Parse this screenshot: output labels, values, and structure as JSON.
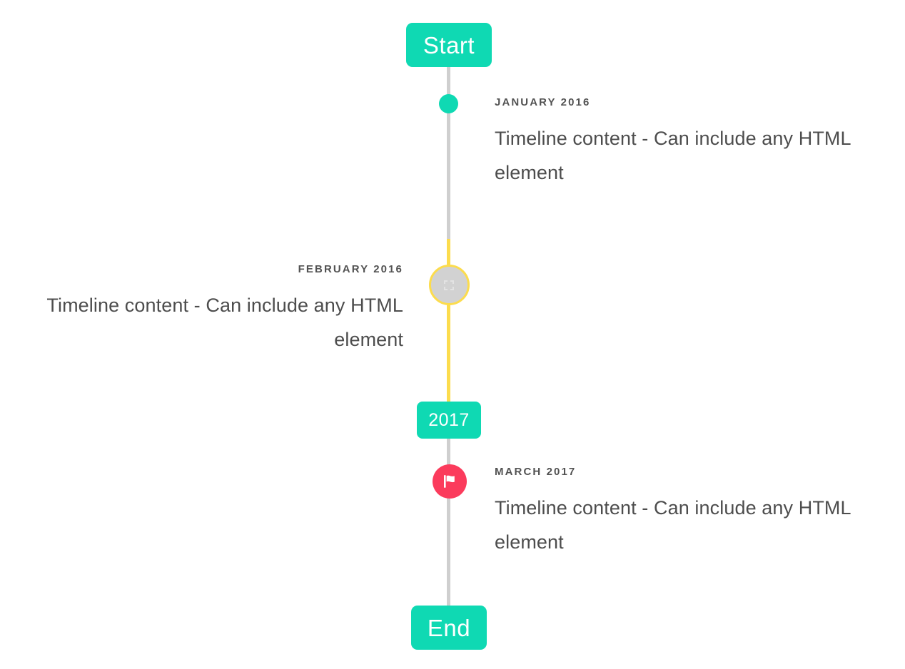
{
  "timeline": {
    "start_cap": {
      "label": "Start"
    },
    "middle_cap": {
      "label": "2017"
    },
    "end_cap": {
      "label": "End"
    },
    "colors": {
      "accent_teal": "#0fd9b3",
      "accent_yellow": "#fcdc4d",
      "accent_pink": "#fb3b5c",
      "line_gray": "#cfcfcf",
      "marker_gray": "#d2d2d2",
      "label_text": "#525252",
      "body_text": "#4d4d4d",
      "background": "#ffffff"
    },
    "entries": [
      {
        "label": "JANUARY 2016",
        "body": "Timeline content - Can include any HTML element",
        "side": "right",
        "marker": "dot-icon"
      },
      {
        "label": "FEBRUARY 2016",
        "body": "Timeline content - Can include any HTML element",
        "side": "left",
        "marker": "image-placeholder-icon"
      },
      {
        "label": "MARCH 2017",
        "body": "Timeline content - Can include any HTML element",
        "side": "right",
        "marker": "flag-icon"
      }
    ]
  }
}
